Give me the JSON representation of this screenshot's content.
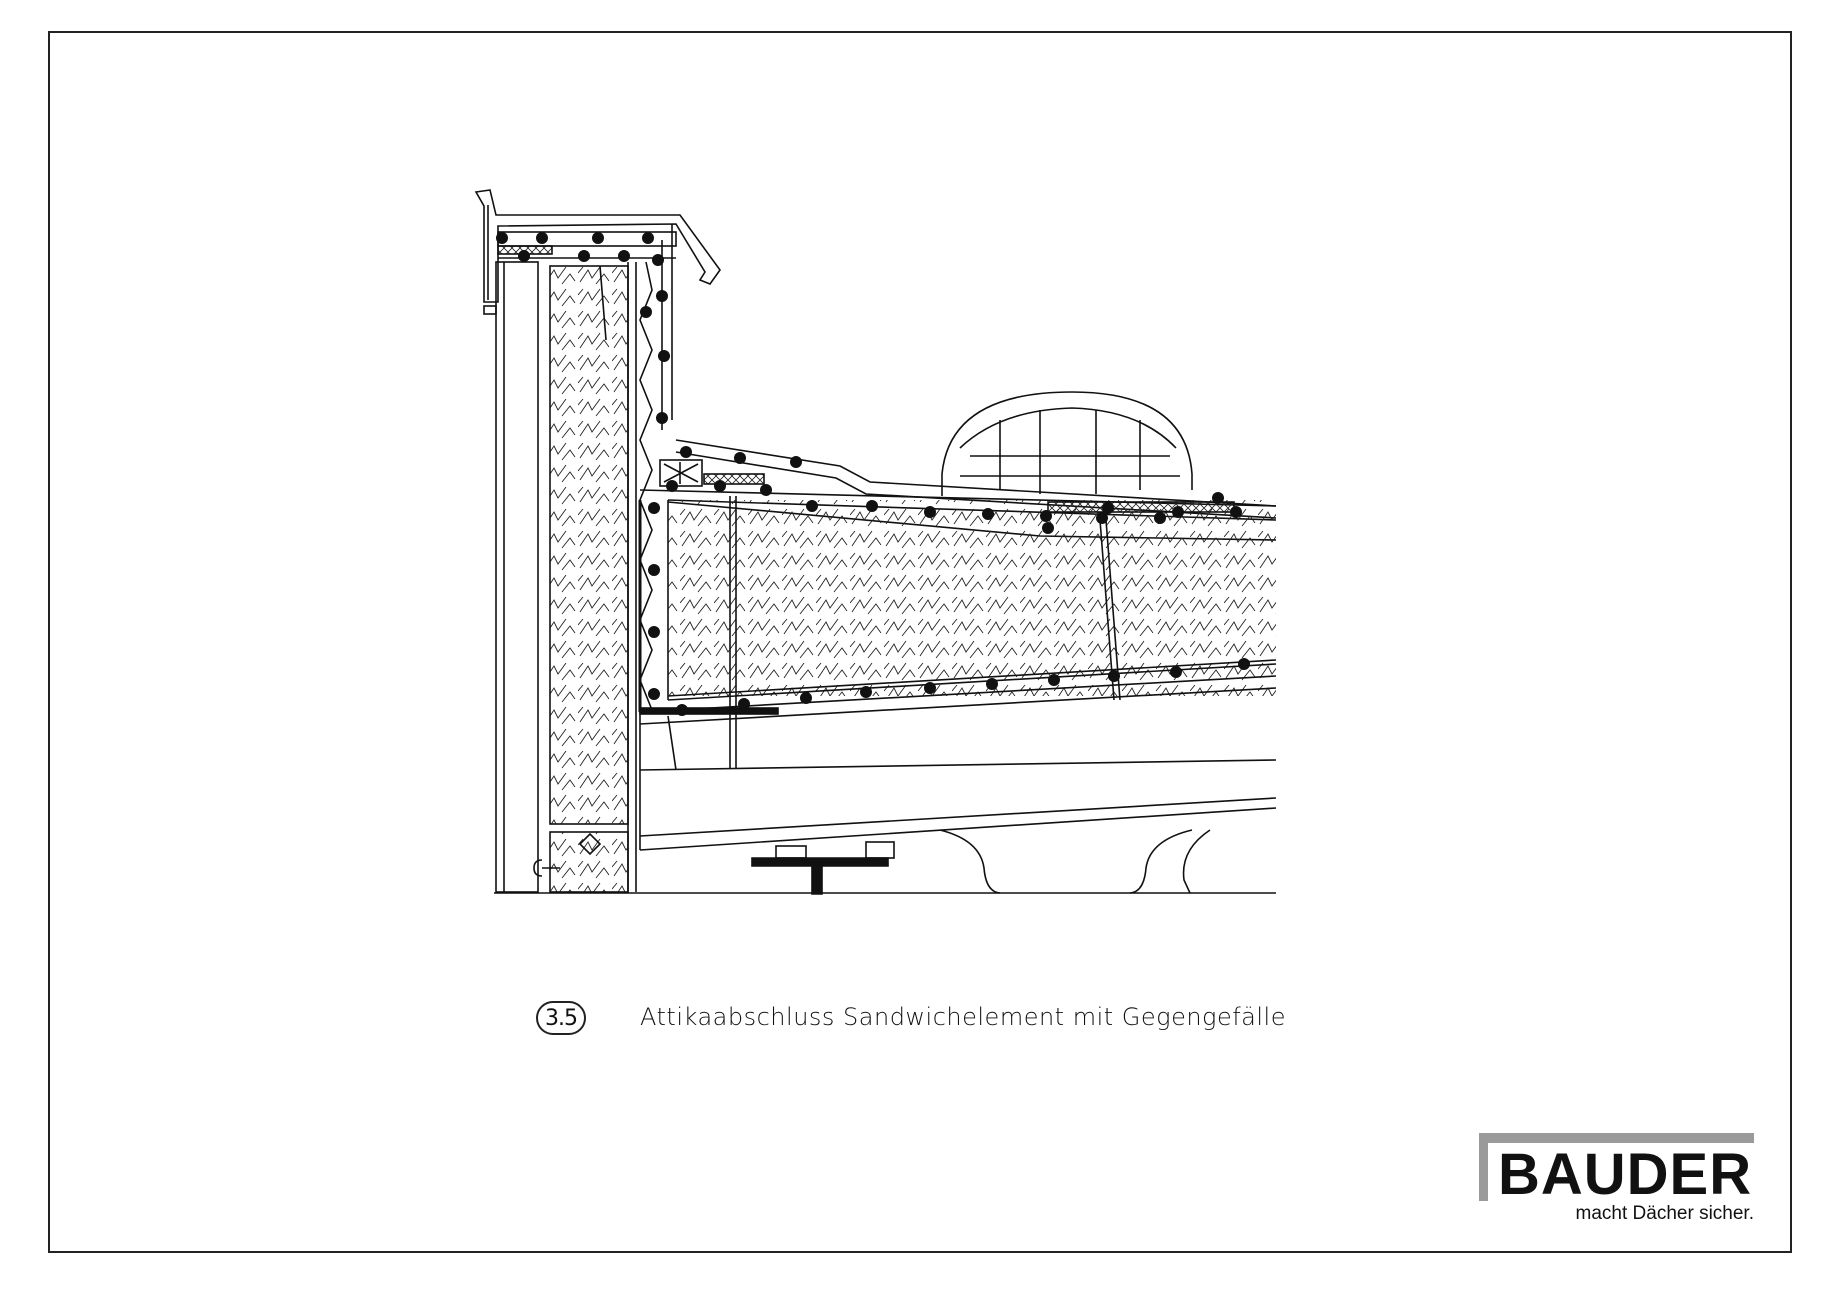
{
  "caption": {
    "number": "3.5",
    "title": "Attikaabschluss Sandwichelement mit Gegengefälle"
  },
  "logo": {
    "wordmark": "BAUDER",
    "slogan": "macht Dächer sicher."
  },
  "colors": {
    "line": "#111111",
    "logo_bar": "#9a9a9a",
    "background": "#ffffff"
  }
}
